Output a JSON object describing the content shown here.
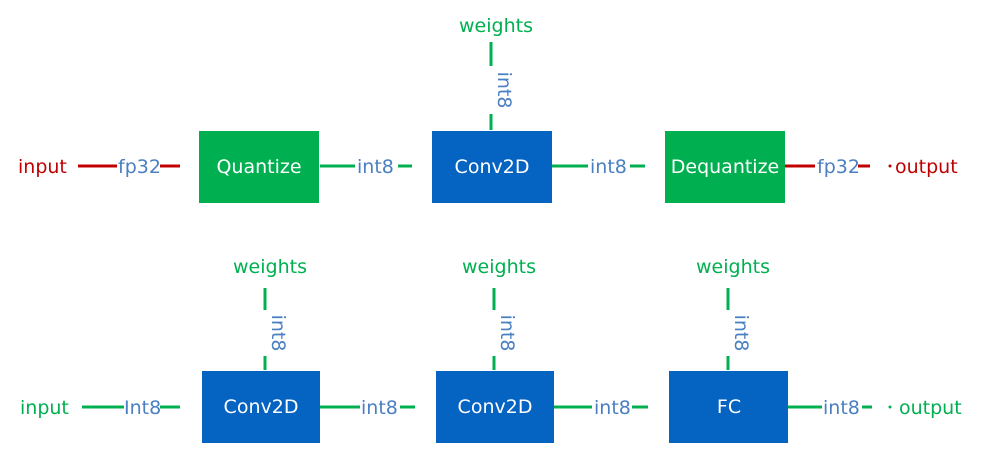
{
  "colors": {
    "red": "#c00000",
    "green": "#00b050",
    "blue_label": "#4a7fc1",
    "box_green": "#00b050",
    "box_blue": "#0563c1"
  },
  "top_row": {
    "input": "input",
    "input_type": "fp32",
    "quantize": "Quantize",
    "quantize_out_type": "int8",
    "conv": "Conv2D",
    "weights": "weights",
    "weights_type": "int8",
    "conv_out_type": "int8",
    "dequantize": "Dequantize",
    "dequantize_out_type": "fp32",
    "output": "output"
  },
  "bottom_row": {
    "input": "input",
    "input_type": "Int8",
    "conv1": "Conv2D",
    "weights1": "weights",
    "weights1_type": "int8",
    "conv1_out_type": "int8",
    "conv2": "Conv2D",
    "weights2": "weights",
    "weights2_type": "int8",
    "conv2_out_type": "int8",
    "fc": "FC",
    "weights3": "weights",
    "weights3_type": "int8",
    "fc_out_type": "int8",
    "output": "output"
  }
}
